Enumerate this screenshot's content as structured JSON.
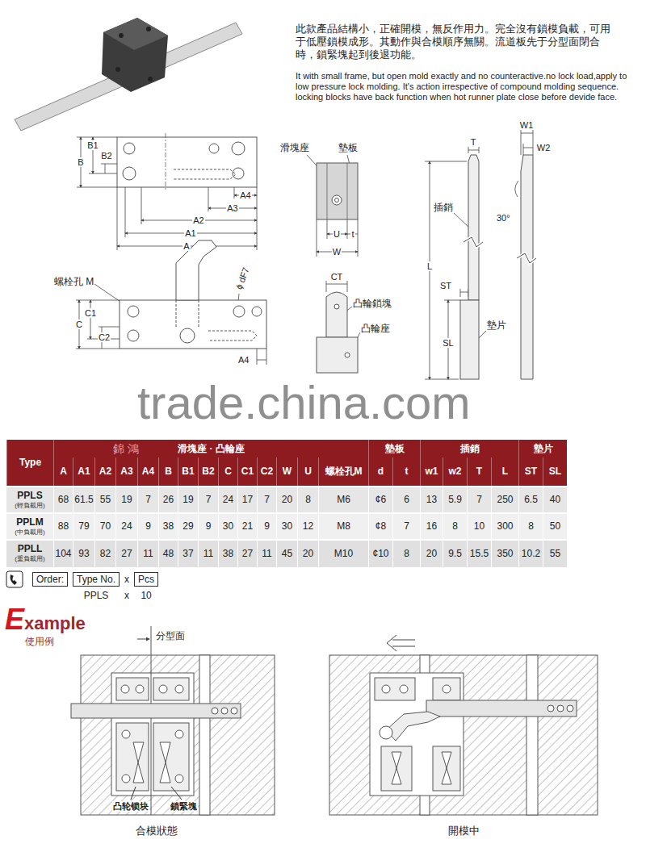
{
  "diagram": {
    "nodes": [
      {
        "text": [
          "Order:"
        ]
      },
      {
        "text": [
          "Type No."
        ]
      },
      {
        "text": [
          "Pcs"
        ]
      }
    ],
    "labels": [
      "此款產品結構小，正確開模，無反作用力。完全沒有鎖模負載，可用于低壓鎖模成形。其動作與合模順序無關。流道板先于分型面閉合時，鎖緊塊起到後退功能。",
      "It with small frame, but open mold exactly and no counteractive.no lock load,apply to low pressure lock molding. It's action irrespective of compound molding sequence. locking blocks have back function when hot runner plate close before devide face.",
      "B",
      "B1",
      "B2",
      "A4",
      "A3",
      "A2",
      "A1",
      "A",
      "滑塊座",
      "墊板",
      "U",
      "t",
      "W",
      "T",
      "W1",
      "W2",
      "插銷",
      "30°",
      "L",
      "ST",
      "SL",
      "墊片",
      "螺栓孔 M",
      "C",
      "C1",
      "C2",
      "ϕ dF7",
      "A4",
      "CT",
      "凸輪鎖塊",
      "凸輪座",
      "trade.china.com",
      "錦 鴻",
      "Type",
      "滑塊座 · 凸輪座",
      "墊板",
      "插銷",
      "墊片",
      "A",
      "A1",
      "A2",
      "A3",
      "A4",
      "B",
      "B1",
      "B2",
      "C",
      "C1",
      "C2",
      "W",
      "U",
      "螺栓孔M",
      "d",
      "t",
      "w1",
      "w2",
      "T",
      "L",
      "ST",
      "SL",
      "PPLS",
      "(輕負載用)",
      "68",
      "61.5",
      "55",
      "19",
      "7",
      "26",
      "19",
      "7",
      "24",
      "17",
      "7",
      "20",
      "8",
      "M6",
      "¢6",
      "6",
      "13",
      "5.9",
      "7",
      "250",
      "6.5",
      "40",
      "PPLM",
      "(中負載用)",
      "88",
      "79",
      "70",
      "24",
      "9",
      "38",
      "29",
      "9",
      "30",
      "21",
      "9",
      "30",
      "12",
      "M8",
      "¢8",
      "7",
      "16",
      "8",
      "10",
      "300",
      "8",
      "50",
      "PPLL",
      "(重負載用)",
      "104",
      "93",
      "82",
      "27",
      "11",
      "48",
      "37",
      "11",
      "38",
      "27",
      "11",
      "45",
      "20",
      "M10",
      "¢10",
      "8",
      "20",
      "9.5",
      "15.5",
      "350",
      "10.2",
      "55",
      "x",
      "PPLS",
      "x",
      "10",
      "Example",
      "使用例",
      "分型面",
      "凸轮锁块",
      "鎖緊塊",
      "合模狀態",
      "開模中"
    ]
  }
}
